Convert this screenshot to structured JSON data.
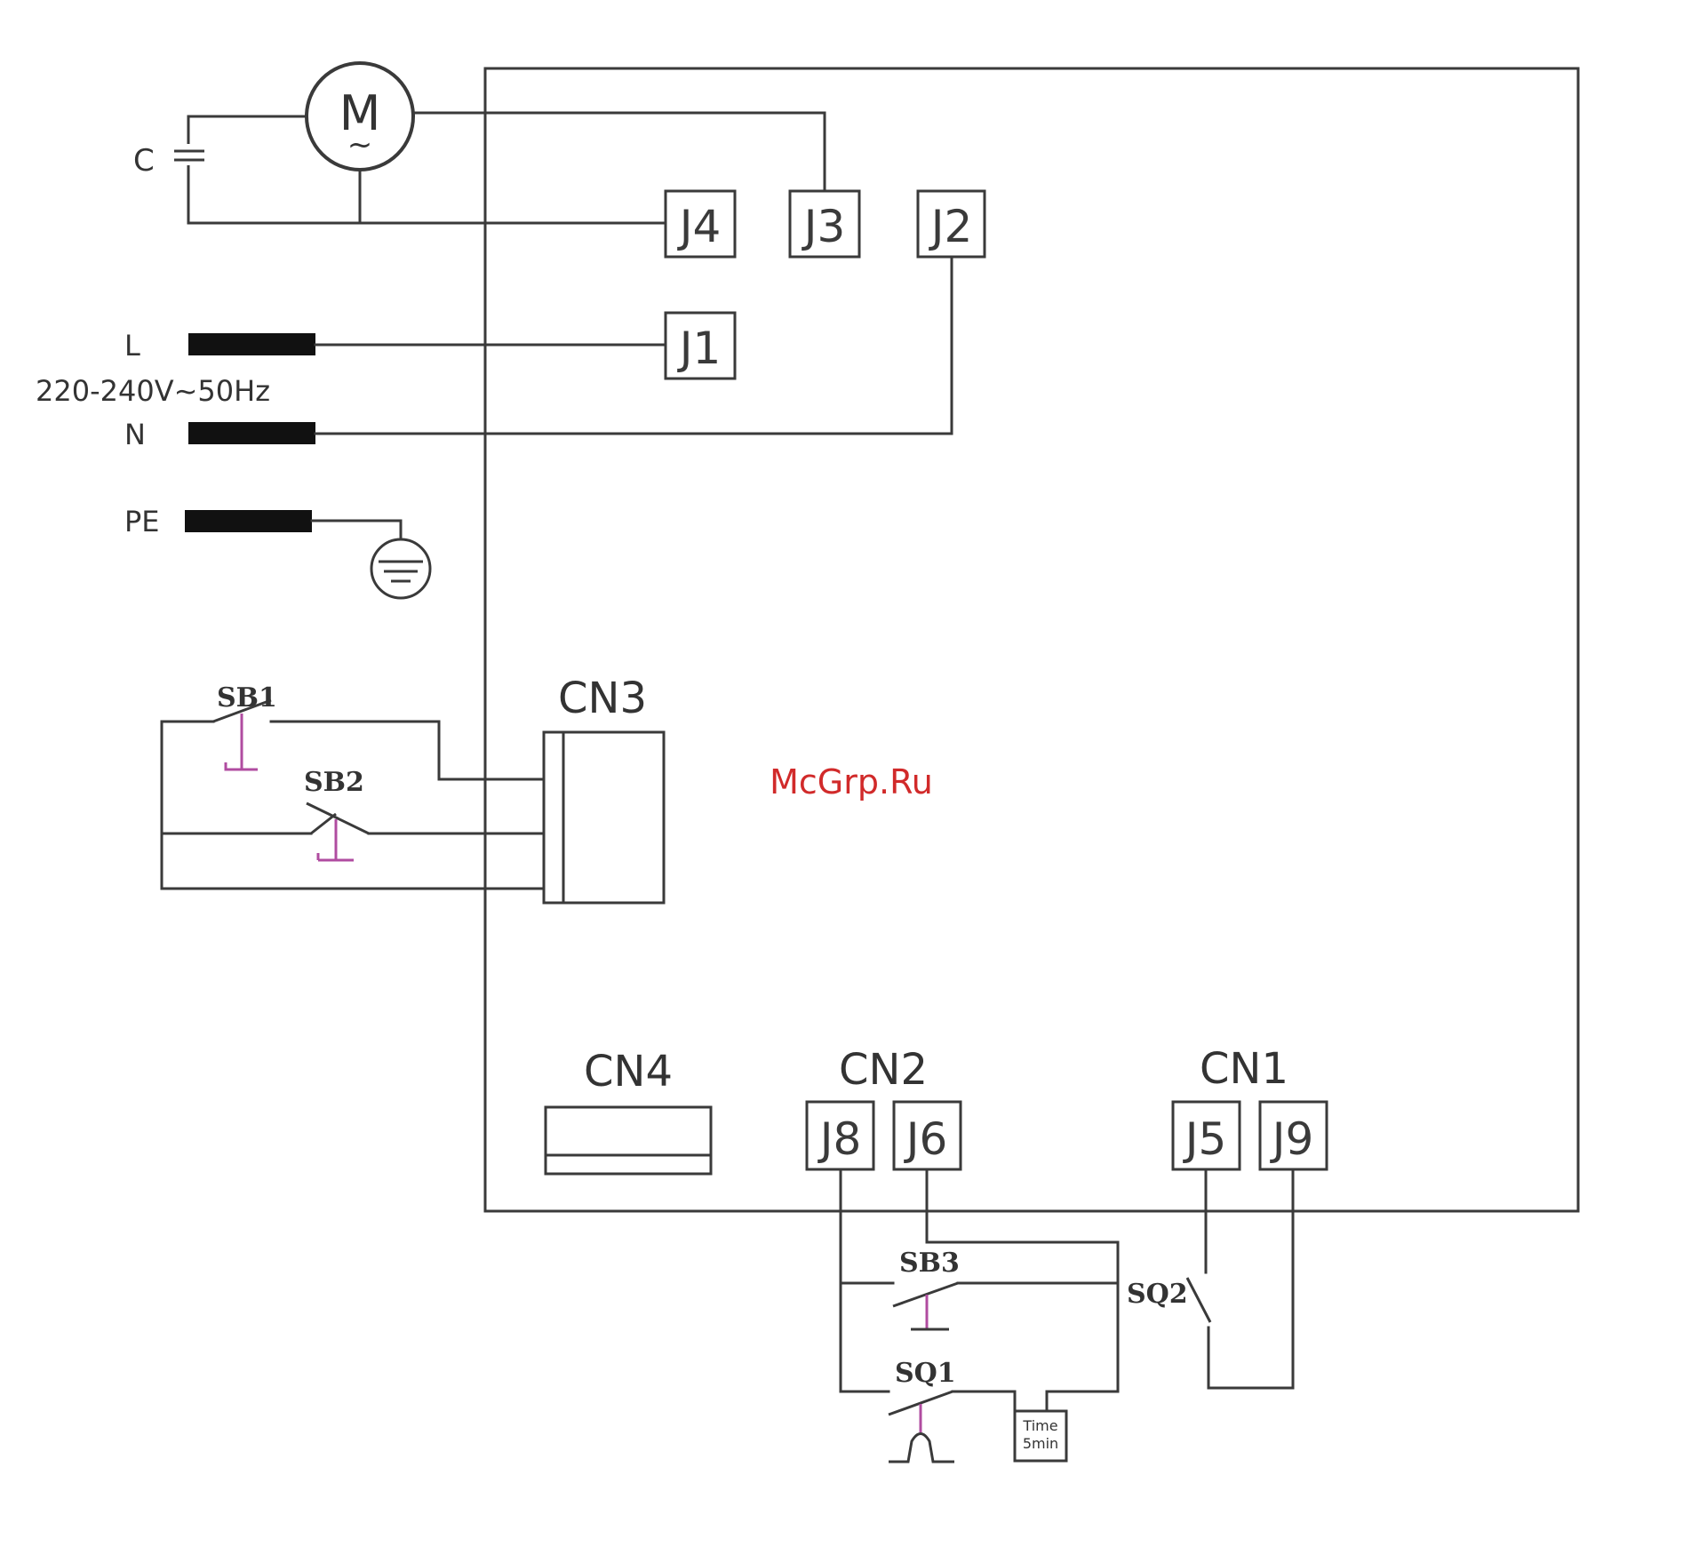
{
  "supply": {
    "line_label": "L",
    "voltage_label": "220-240V~50Hz",
    "neutral_label": "N",
    "earth_label": "PE"
  },
  "motor": {
    "symbol": "M",
    "ac_symbol": "~",
    "capacitor_label": "C"
  },
  "terminals": {
    "j1": "J1",
    "j2": "J2",
    "j3": "J3",
    "j4": "J4",
    "j5": "J5",
    "j6": "J6",
    "j8": "J8",
    "j9": "J9"
  },
  "connectors": {
    "cn1": "CN1",
    "cn2": "CN2",
    "cn3": "CN3",
    "cn4": "CN4"
  },
  "switches": {
    "sb1": "SB1",
    "sb2": "SB2",
    "sb3": "SB3",
    "sq1": "SQ1",
    "sq2": "SQ2"
  },
  "timer": {
    "line1": "Time",
    "line2": "5min"
  },
  "watermark": "McGrp.Ru",
  "icons": {
    "earth": "ground-icon",
    "motor": "motor-icon",
    "capacitor": "capacitor-icon"
  }
}
